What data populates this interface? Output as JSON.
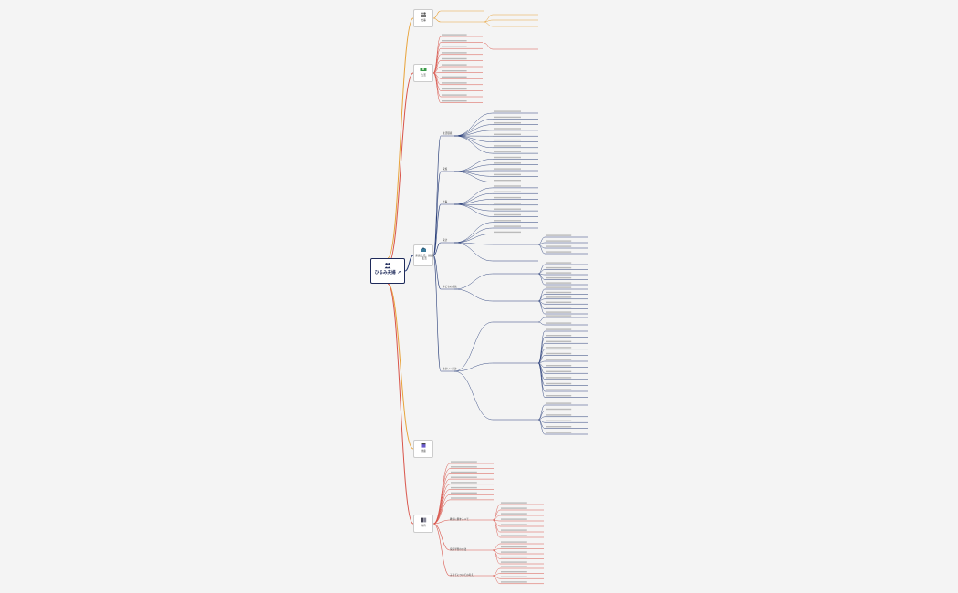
{
  "root": {
    "title": "ひるみ夫婦",
    "icon": "couple-icon",
    "link_icon": "external-link-icon"
  },
  "colors": {
    "orange": "#e8a33a",
    "red": "#d9544a",
    "navy": "#2a3f7a",
    "root_border": "#1e2a5a"
  },
  "branches": [
    {
      "id": "b1",
      "label": "仕事",
      "color": "#e8a33a",
      "icon": "people-icon"
    },
    {
      "id": "b2",
      "label": "生活",
      "color": "#d9544a",
      "icon": "money-icon"
    },
    {
      "id": "b3",
      "label": "家族生活・婚姻生活",
      "color": "#2a3f7a",
      "icon": "family-icon"
    },
    {
      "id": "b4",
      "label": "健康",
      "color": "#e8a33a",
      "icon": "calendar-icon"
    },
    {
      "id": "b5",
      "label": "教育",
      "color": "#d9544a",
      "icon": "book-icon"
    }
  ],
  "subs": [
    {
      "id": "s1",
      "label": "生活環境",
      "color": "#2a3f7a"
    },
    {
      "id": "s2",
      "label": "家族",
      "color": "#2a3f7a"
    },
    {
      "id": "s3",
      "label": "仕事",
      "color": "#2a3f7a"
    },
    {
      "id": "s4",
      "label": "家計",
      "color": "#2a3f7a"
    },
    {
      "id": "s5",
      "label": "子どもの成長",
      "color": "#2a3f7a"
    },
    {
      "id": "s6",
      "label": "住まい・家計",
      "color": "#2a3f7a"
    },
    {
      "id": "s7",
      "label": "教育に関するメモ",
      "color": "#d9544a"
    },
    {
      "id": "s8",
      "label": "家庭学習の方法",
      "color": "#d9544a"
    },
    {
      "id": "s9",
      "label": "子育てについての考え",
      "color": "#d9544a"
    }
  ]
}
